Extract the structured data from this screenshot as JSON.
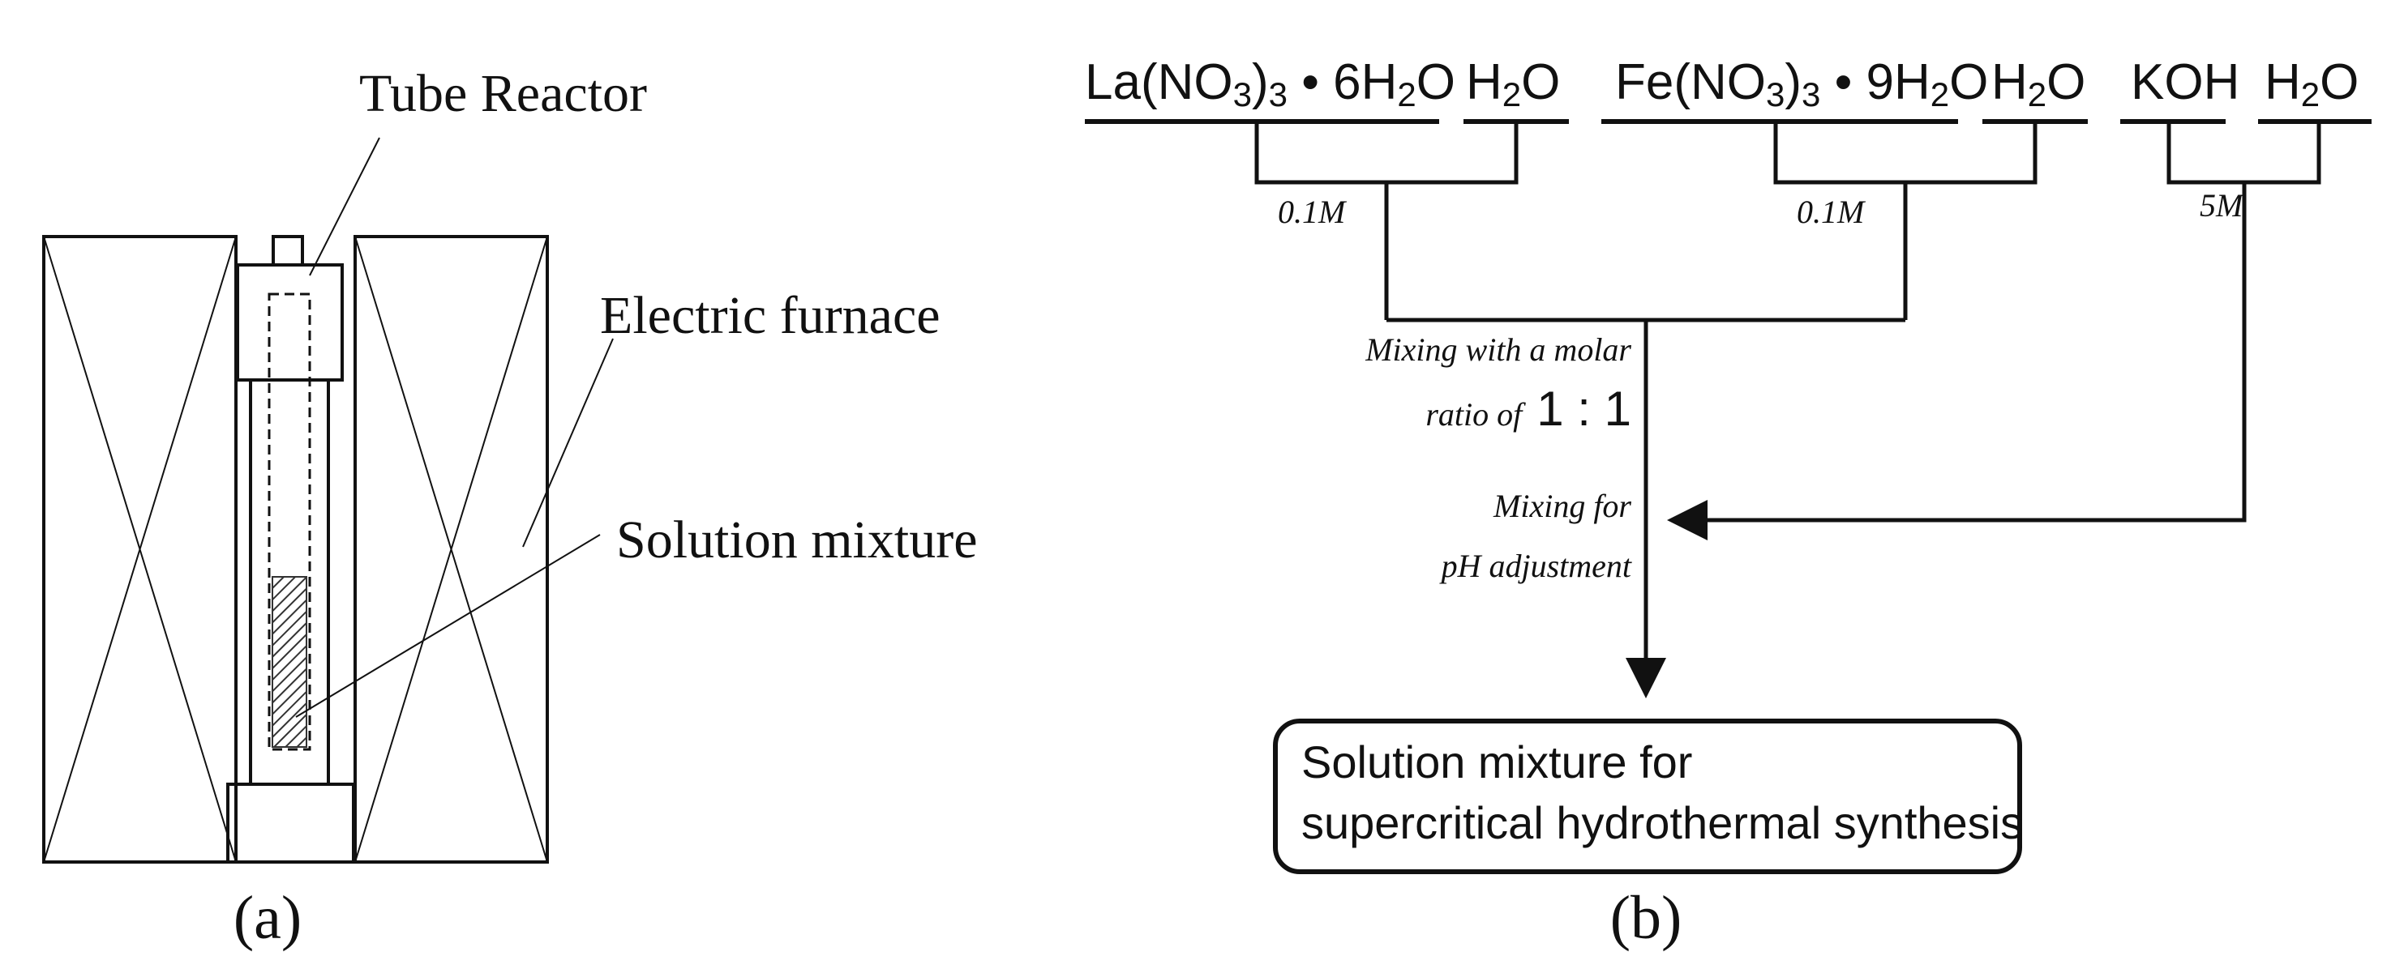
{
  "panel_a": {
    "caption": "(a)",
    "labels": {
      "tube_reactor": "Tube Reactor",
      "electric_furnace": "Electric furnace",
      "solution_mixture": "Solution mixture"
    }
  },
  "panel_b": {
    "caption": "(b)",
    "reagents": {
      "la_nitrate": {
        "base": "La(NO",
        "sub1": "3",
        "mid": ")",
        "sub2": "3",
        "tail": " • 6H",
        "sub3": "2",
        "end": "O"
      },
      "water1": {
        "base": "H",
        "sub": "2",
        "end": "O"
      },
      "fe_nitrate": {
        "base": "Fe(NO",
        "sub1": "3",
        "mid": ")",
        "sub2": "3",
        "tail": " • 9H",
        "sub3": "2",
        "end": "O"
      },
      "water2": {
        "base": "H",
        "sub": "2",
        "end": "O"
      },
      "koh": "KOH",
      "water3": {
        "base": "H",
        "sub": "2",
        "end": "O"
      }
    },
    "concentrations": {
      "la": "0.1M",
      "fe": "0.1M",
      "koh": "5M"
    },
    "mix_molar": {
      "line1": "Mixing with a molar",
      "line2_prefix": "ratio of",
      "ratio": "1 : 1"
    },
    "mix_ph": {
      "line1": "Mixing for",
      "line2": "pH adjustment"
    },
    "result_box": {
      "line1": "Solution mixture for",
      "line2": "supercritical hydrothermal synthesis"
    }
  }
}
